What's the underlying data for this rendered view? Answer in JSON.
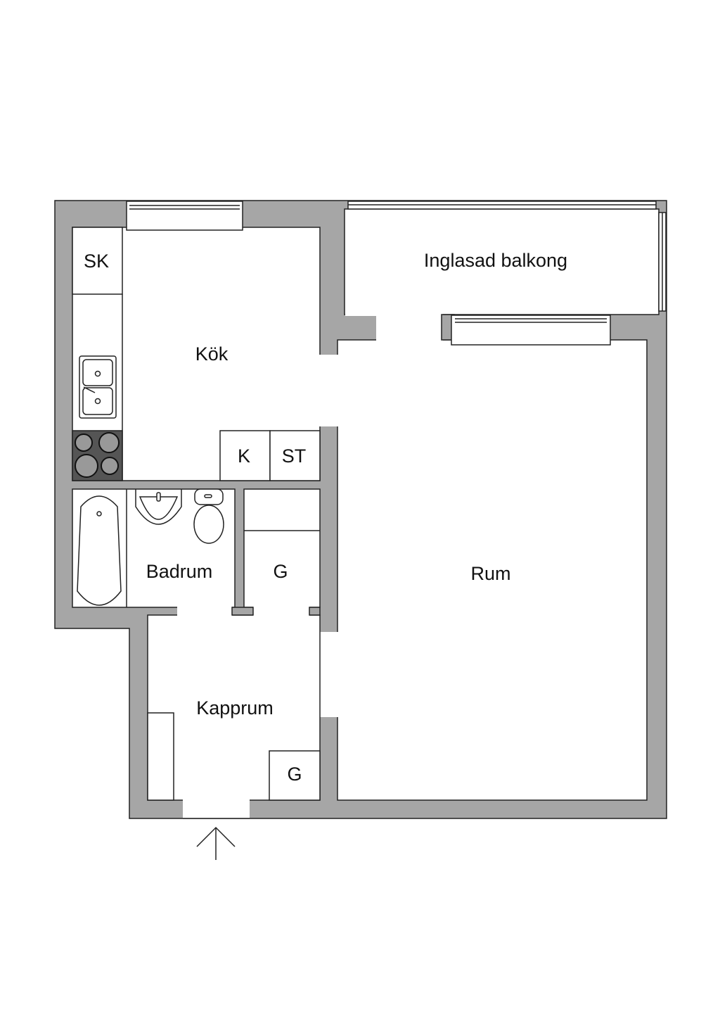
{
  "floorplan": {
    "rooms": {
      "balcony": "Inglasad balkong",
      "kitchen": "Kök",
      "bathroom": "Badrum",
      "living_room": "Rum",
      "hallway": "Kapprum"
    },
    "fixtures": {
      "broom_closet": "SK",
      "fridge": "K",
      "freezer": "ST",
      "wardrobe_inner": "G",
      "wardrobe_hall": "G"
    },
    "colors": {
      "wall": "#a6a6a6",
      "stove": "#555555",
      "line": "#222222"
    }
  }
}
